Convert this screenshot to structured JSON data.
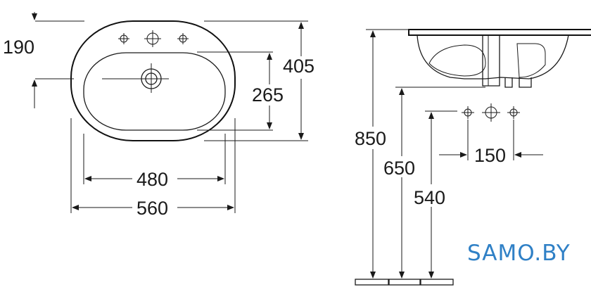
{
  "plan_view": {
    "dim_190": "190",
    "dim_405": "405",
    "dim_265": "265",
    "dim_480": "480",
    "dim_560": "560"
  },
  "side_view": {
    "dim_850": "850",
    "dim_650": "650",
    "dim_540": "540",
    "dim_150": "150"
  },
  "watermark": {
    "text": "SAMO.BY",
    "color": "#2f80c6"
  }
}
